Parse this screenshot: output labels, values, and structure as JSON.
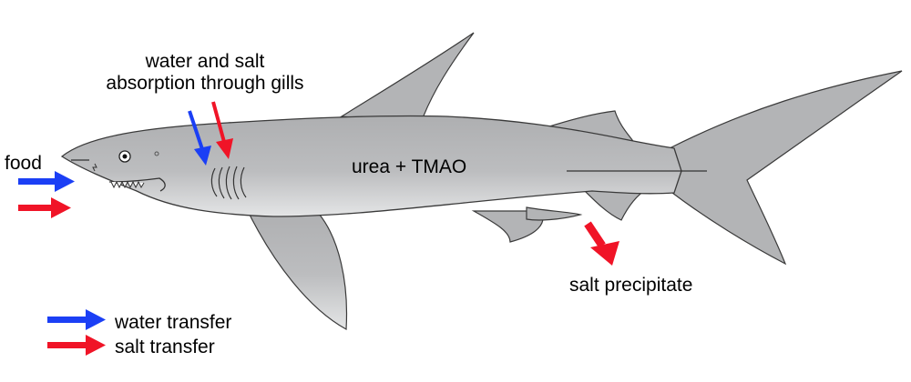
{
  "labels": {
    "gills_line1": "water and salt",
    "gills_line2": "absorption through gills",
    "food": "food",
    "body": "urea + TMAO",
    "salt_precipitate": "salt precipitate"
  },
  "legend": {
    "water": "water transfer",
    "salt": "salt transfer"
  },
  "colors": {
    "water": "#1b3ff5",
    "salt": "#f01427",
    "body_fill": "#b6b7b9",
    "outline": "#3a3a3a"
  }
}
